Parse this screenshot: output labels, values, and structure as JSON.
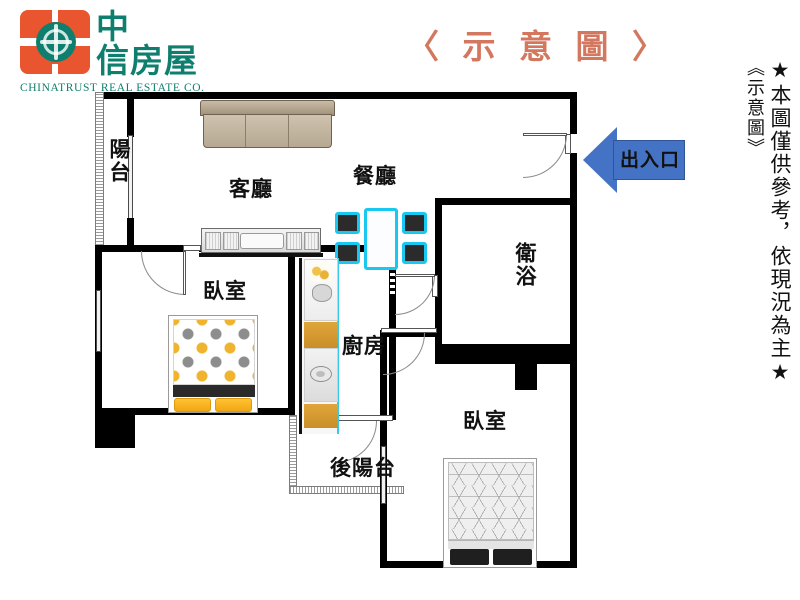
{
  "brand": {
    "chinese_name": "中信房屋",
    "chinese_line1": "中",
    "chinese_line2": "信房屋",
    "english_name": "CHINATRUST REAL ESTATE CO.",
    "mark_color": "#E8552E",
    "text_color": "#0E7F6E"
  },
  "title": "〈 示 意 圖 〉",
  "title_color": "#D4775F",
  "disclaimer": {
    "line1": "★本圖僅供參考，依現況為主★",
    "line2": "《示意圖》",
    "full_text": "★本圖僅供參考，依現況為主★《示意圖》"
  },
  "entrance": {
    "label": "出入口",
    "direction": "left",
    "color": "#4472C4"
  },
  "rooms": [
    {
      "name": "balcony-front",
      "label": "陽台",
      "orientation": "vertical"
    },
    {
      "name": "living-room",
      "label": "客廳",
      "orientation": "horizontal"
    },
    {
      "name": "dining-room",
      "label": "餐廳",
      "orientation": "horizontal"
    },
    {
      "name": "bedroom-main",
      "label": "臥室",
      "orientation": "horizontal"
    },
    {
      "name": "kitchen",
      "label": "廚房",
      "orientation": "horizontal"
    },
    {
      "name": "rear-balcony",
      "label": "後陽台",
      "orientation": "horizontal"
    },
    {
      "name": "bathroom",
      "label": "衛浴",
      "orientation": "vertical"
    },
    {
      "name": "bedroom-second",
      "label": "臥室",
      "orientation": "horizontal"
    }
  ],
  "labels": {
    "balcony": "陽台",
    "living_room": "客廳",
    "dining_room": "餐廳",
    "bedroom_1": "臥室",
    "kitchen": "廚房",
    "rear_balcony": "後陽台",
    "bathroom": "衛浴",
    "bedroom_2": "臥室"
  },
  "furniture": {
    "sofa": "sofa-3-seat",
    "tv_cabinet": "tv-console",
    "dining_table": "dining-table-4-chairs",
    "bed_1": "double-bed-polka-dot",
    "bed_2": "double-bed-grey-pattern",
    "kitchen_counter": "kitchen-counter-sink-stove"
  },
  "colors": {
    "wall": "#000000",
    "dining_accent": "#18C8F0",
    "bed1_dot_yellow": "#EFB32E",
    "bed1_dot_grey": "#8D8D8D",
    "kitchen_gold": "#D99A10",
    "sofa": "#C0B39E"
  }
}
